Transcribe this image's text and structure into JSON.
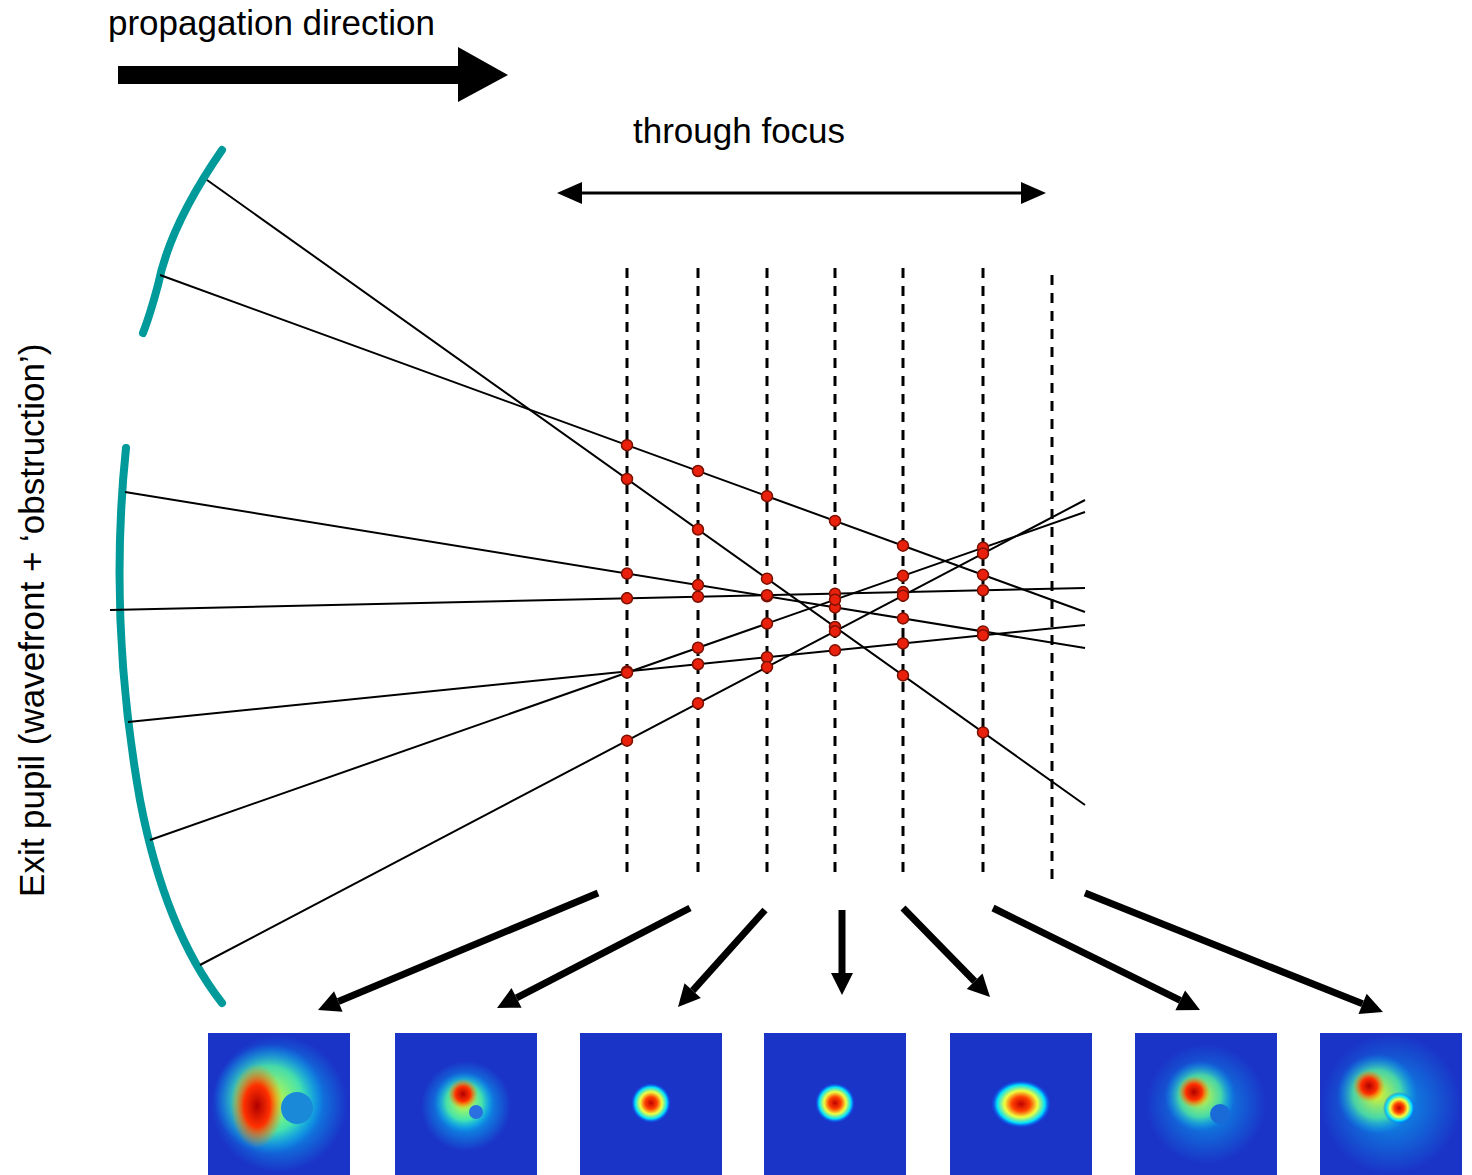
{
  "diagram": {
    "labels": [
      "propagation direction",
      "through focus",
      "Exit pupil (wavefront + ‘obstruction’)"
    ]
  }
}
